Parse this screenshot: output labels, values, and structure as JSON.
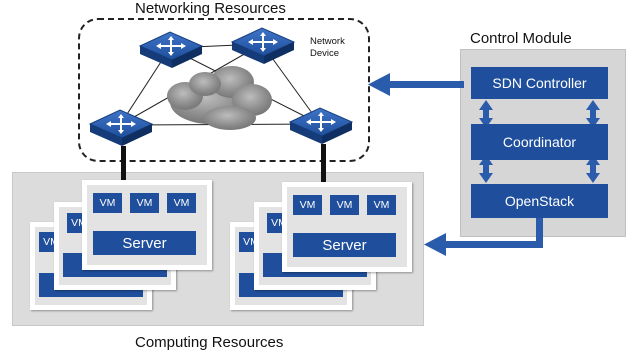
{
  "titles": {
    "networking": "Networking Resources",
    "network_device": "Network Device",
    "control": "Control Module",
    "computing": "Computing Resources"
  },
  "control": {
    "sdn": "SDN Controller",
    "coordinator": "Coordinator",
    "openstack": "OpenStack"
  },
  "server_label": "Server",
  "vm_label": "VM",
  "colors": {
    "accent": "#1f4f9c",
    "panel": "#dcdcdc",
    "cloud": "#8e8e8e"
  },
  "icons": [
    "network-switch-icon",
    "cloud-icon"
  ]
}
